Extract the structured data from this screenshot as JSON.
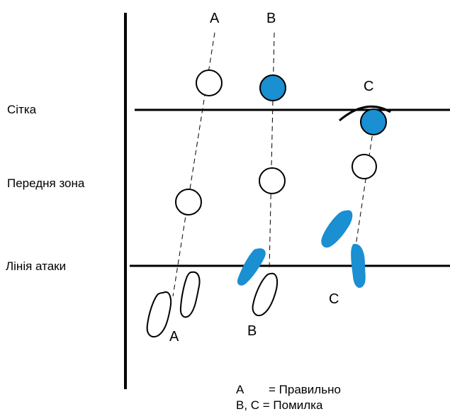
{
  "side_labels": {
    "net": "Сітка",
    "front_zone": "Передня зона",
    "attack_line": "Лінія атаки"
  },
  "top_labels": {
    "a": "A",
    "b": "B",
    "c": "C"
  },
  "bottom_labels": {
    "a": "A",
    "b": "B",
    "c": "C"
  },
  "legend": {
    "line1_key": "A",
    "line1_value": "= Правильно",
    "line2": "B, C = Помилка"
  },
  "colors": {
    "error_fill": "#1a8fd1",
    "line": "#000000",
    "background": "#ffffff"
  }
}
